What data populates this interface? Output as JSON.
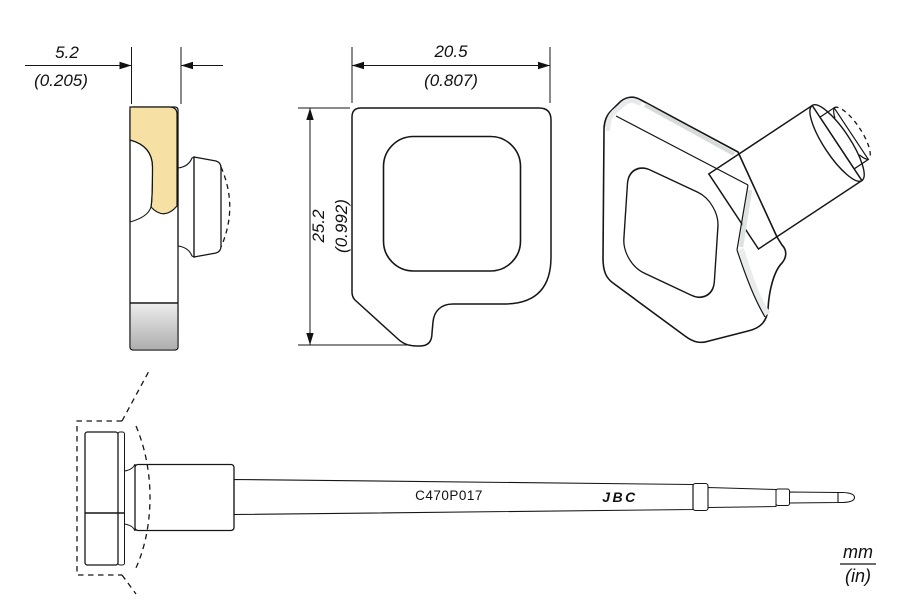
{
  "drawing": {
    "part_number": "C470P017",
    "brand_logo": "JBC",
    "units": {
      "primary": "mm",
      "secondary": "(in)"
    },
    "dimensions": {
      "thickness": {
        "mm": "5.2",
        "in": "(0.205)"
      },
      "width": {
        "mm": "20.5",
        "in": "(0.807)"
      },
      "height": {
        "mm": "25.2",
        "in": "(0.992)"
      }
    },
    "colors": {
      "section_hatch": "#F6E0A3",
      "outline": "#161616",
      "metal_light": "#FFFFFF",
      "metal_mid": "#C9CDCF",
      "metal_dark": "#84888A"
    }
  }
}
